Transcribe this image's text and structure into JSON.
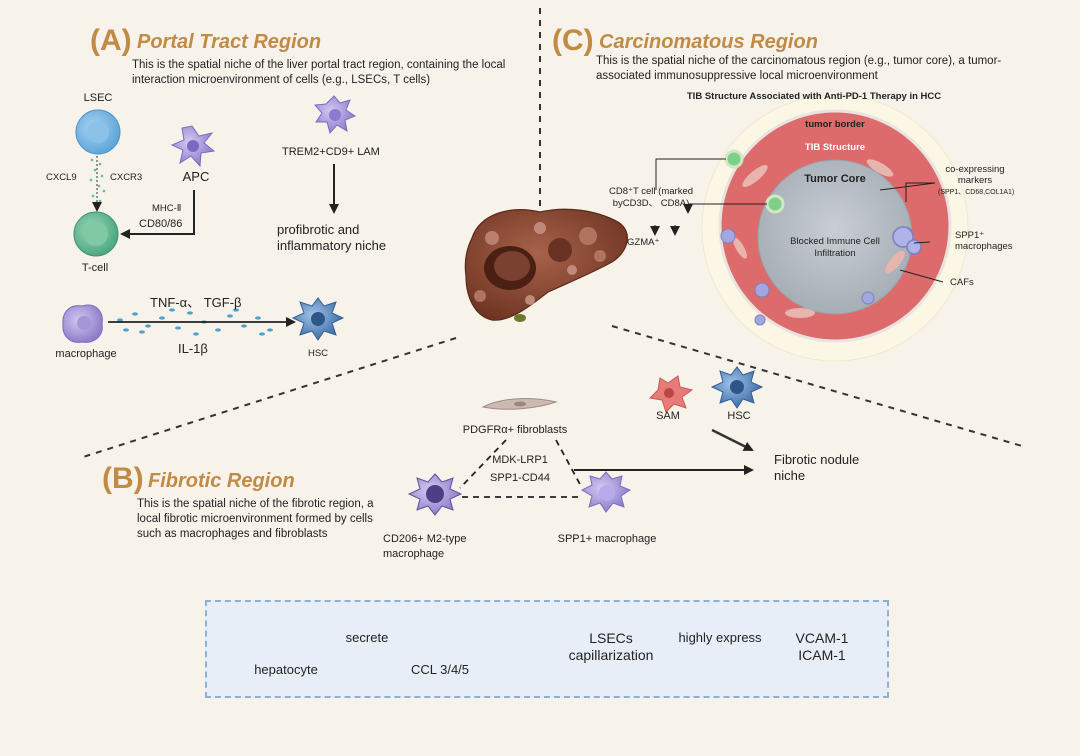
{
  "section_a": {
    "letter": "(A)",
    "title": "Portal Tract Region",
    "description": "This is the spatial niche of the liver portal tract region, containing the local interaction microenvironment of cells (e.g., LSECs, T cells)",
    "lsec": "LSEC",
    "cxcl9": "CXCL9",
    "cxcr3": "CXCR3",
    "apc": "APC",
    "mhc": "MHC-Ⅱ",
    "cd80": "CD80/86",
    "tcell": "T-cell",
    "trem2": "TREM2+CD9+ LAM",
    "profibrotic": "profibrotic and inflammatory niche",
    "tnf": "TNF-α、 TGF-β",
    "il1b": "IL-1β",
    "macrophage": "macrophage",
    "hsc": "HSC"
  },
  "section_b": {
    "letter": "(B)",
    "title": "Fibrotic Region",
    "description": "This is the spatial niche of the fibrotic region, a local fibrotic microenvironment formed by cells such as macrophages and fibroblasts",
    "pdgfra": "PDGFRα+ fibroblasts",
    "mdk": "MDK-LRP1",
    "spp1cd44": "SPP1-CD44",
    "cd206": "CD206+ M2-type macrophage",
    "spp1mac": "SPP1+ macrophage",
    "sam": "SAM",
    "hsc": "HSC",
    "fibrotic_nodule": "Fibrotic nodule niche"
  },
  "section_c": {
    "letter": "(C)",
    "title": "Carcinomatous Region",
    "description": "This is the spatial niche of the carcinomatous region (e.g., tumor core), a tumor-associated immunosuppressive local microenvironment",
    "tib_title": "TIB Structure Associated with Anti-PD-1 Therapy in HCC",
    "tumor_border": "tumor border",
    "tib_structure": "TIB Structure",
    "tumor_core": "Tumor Core",
    "blocked": "Blocked Immune Cell Infiltration",
    "cd8": "CD8⁺T cell (marked byCD3D、 CD8A)",
    "gzma": "GZMA⁺",
    "coexpress": "co-expressing markers",
    "coexpress_markers": "(SPP1、CD68,COL1A1)",
    "spp1mac": "SPP1⁺ macrophages",
    "cafs": "CAFs"
  },
  "bottom": {
    "hepatocyte": "hepatocyte",
    "secrete": "secrete",
    "ccl": "CCL 3/4/5",
    "lsecs_cap": "LSECs capillarization",
    "highly_express": "highly express",
    "vcam": "VCAM-1",
    "icam": "ICAM-1"
  },
  "colors": {
    "title_accent": "#c18a45",
    "tib_ring": "#e06b6b",
    "tumor_core": "#b9c0c7",
    "lsec_blue": "#6aaede",
    "tcell_green": "#5fb38f",
    "macrophage_purple": "#9d8fd6",
    "hsc_blue": "#4f7fb8",
    "sam_red": "#e87a78",
    "liver_brown": "#8a4a32",
    "dashed_box": "#8db0d4"
  },
  "icons": [
    "lsec-cell-icon",
    "tcell-icon",
    "apc-cell-icon",
    "lam-cell-icon",
    "macrophage-cell-icon",
    "hsc-cell-icon",
    "liver-icon",
    "fibroblast-icon",
    "sam-cell-icon",
    "m2-macrophage-icon",
    "spp1-macrophage-icon",
    "hepatocyte-icon",
    "ccl-dots-icon",
    "tumor-section-icon"
  ]
}
